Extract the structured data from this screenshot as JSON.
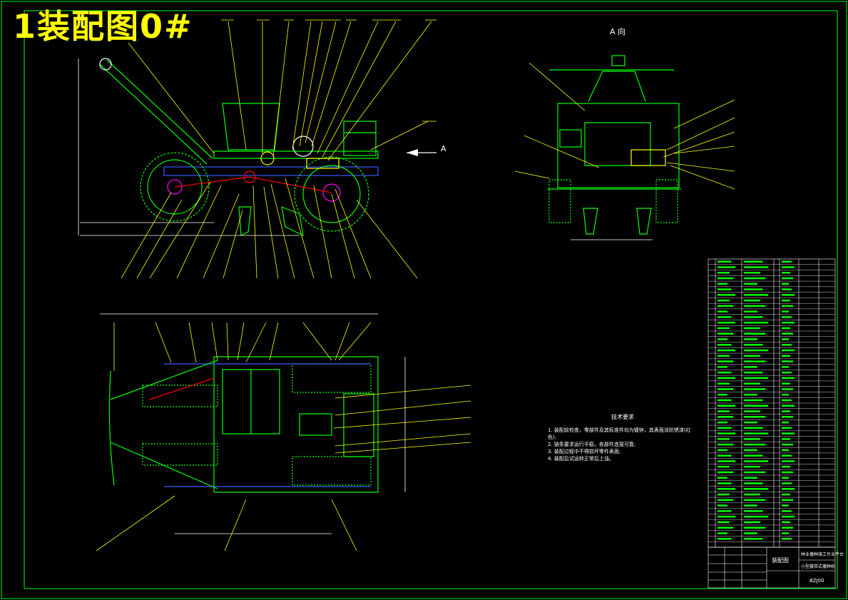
{
  "sheet": {
    "overlay_title": "1装配图0#",
    "view_label_a": "A",
    "view_label_a_dir": "A 向",
    "tech_title": "技术要求",
    "tech_items": [
      "1. 装配前检查，零部件及其标准件均为镀锌，其表面涂防锈漆(红色);",
      "2. 链条要求运行平稳，各部件连接可靠;",
      "3. 装配过程中不得损坏零件表面;",
      "4. 装配后试运转正常后上油。"
    ],
    "title_block": {
      "name": "装配图",
      "company": "林业播种施工作业平台",
      "subtitle": "小型履带式播种机",
      "drawing_no": "BZJ00"
    },
    "colors": {
      "frame": "#00ff00",
      "cyan": "#00ffff",
      "yellow": "#ffff00",
      "blue": "#3b5bff",
      "red": "#ff0000",
      "magenta": "#ff00ff",
      "white": "#ffffff"
    }
  }
}
